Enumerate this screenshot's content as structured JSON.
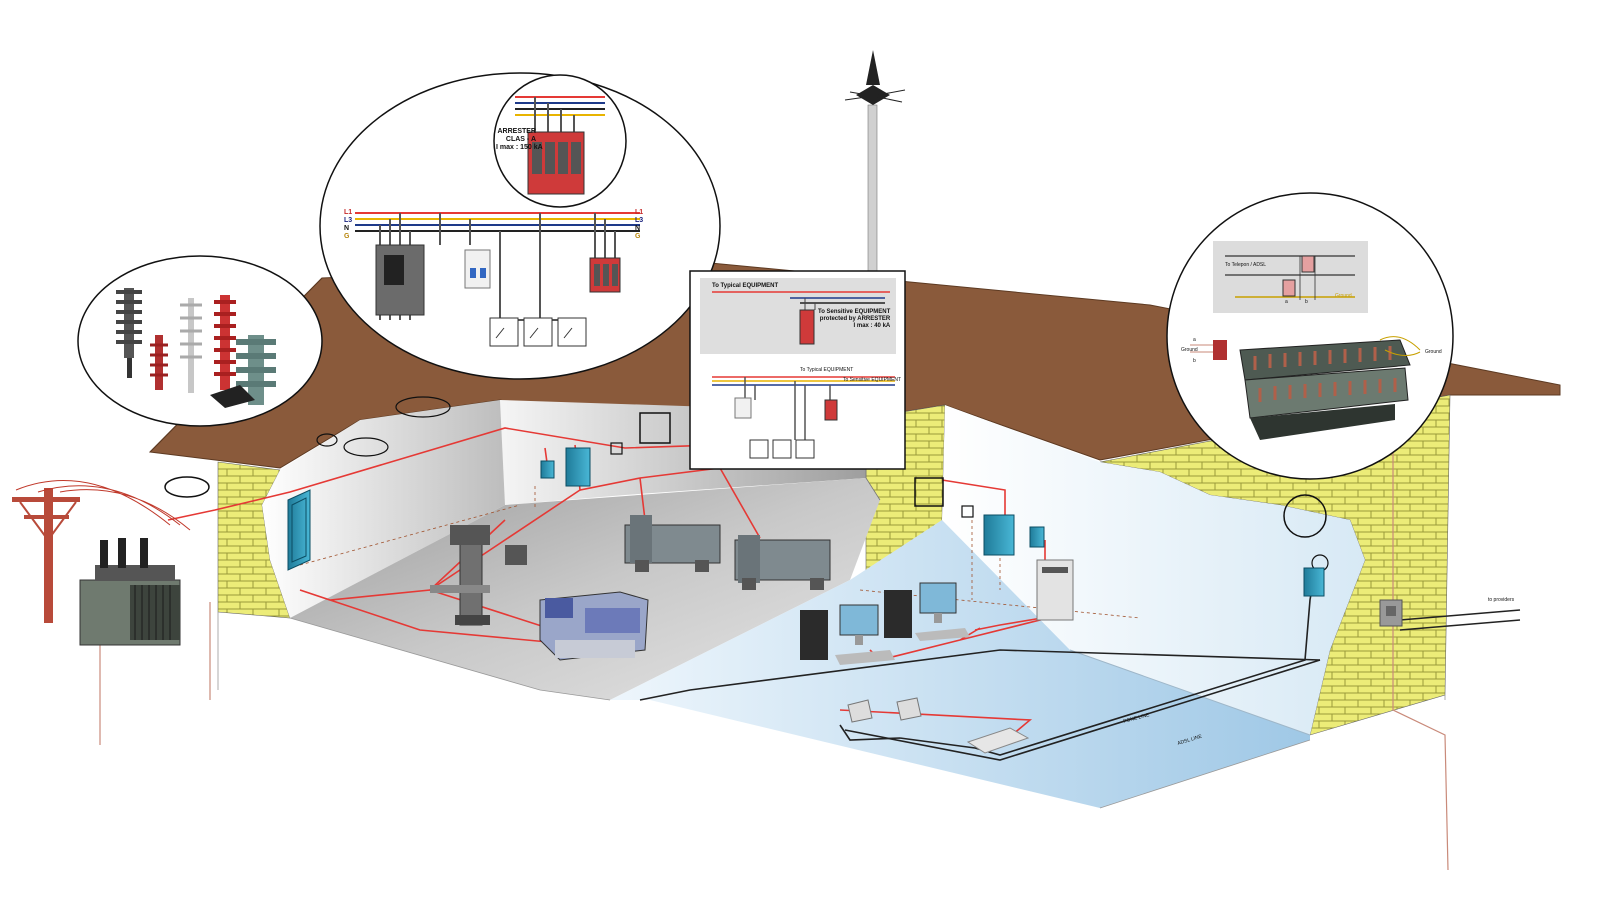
{
  "arrester_inset": {
    "title_line1": "ARRESTER",
    "title_line2": "CLAS - A",
    "title_line3": "I max : 150 kA"
  },
  "wiring_labels": {
    "left": [
      "L1",
      "L3",
      "N",
      "G"
    ],
    "right": [
      "L1",
      "L3",
      "N",
      "G"
    ]
  },
  "equipment_panel": {
    "typical": "To Typical EQUIPMENT",
    "sensitive_line1": "To Sensitive EQUIPMENT",
    "sensitive_line2": "protected by ARRESTER",
    "sensitive_line3": "I max : 40 kA"
  },
  "equipment_panel_small": {
    "typical": "To Typical EQUIPMENT",
    "sensitive": "To Sensitive EQUIPMENT"
  },
  "telecom_inset": {
    "to_telecom": "To Telepon / ADSL",
    "ground_bar": "Ground",
    "a": "a",
    "b": "b",
    "a2": "a",
    "b2": "b",
    "ground_left": "Ground",
    "ground_right": "Ground"
  },
  "lines": {
    "phone": "PONE LINE",
    "adsl": "ADSL LINE",
    "providers": "to providers"
  },
  "colors": {
    "roof": "#8a5a3b",
    "brick": "#ecec78",
    "floor_left": "#c2c2c2",
    "floor_right": "#d4e8f6",
    "power_line": "#e53935",
    "equipment_blue": "#2a8fb0"
  }
}
